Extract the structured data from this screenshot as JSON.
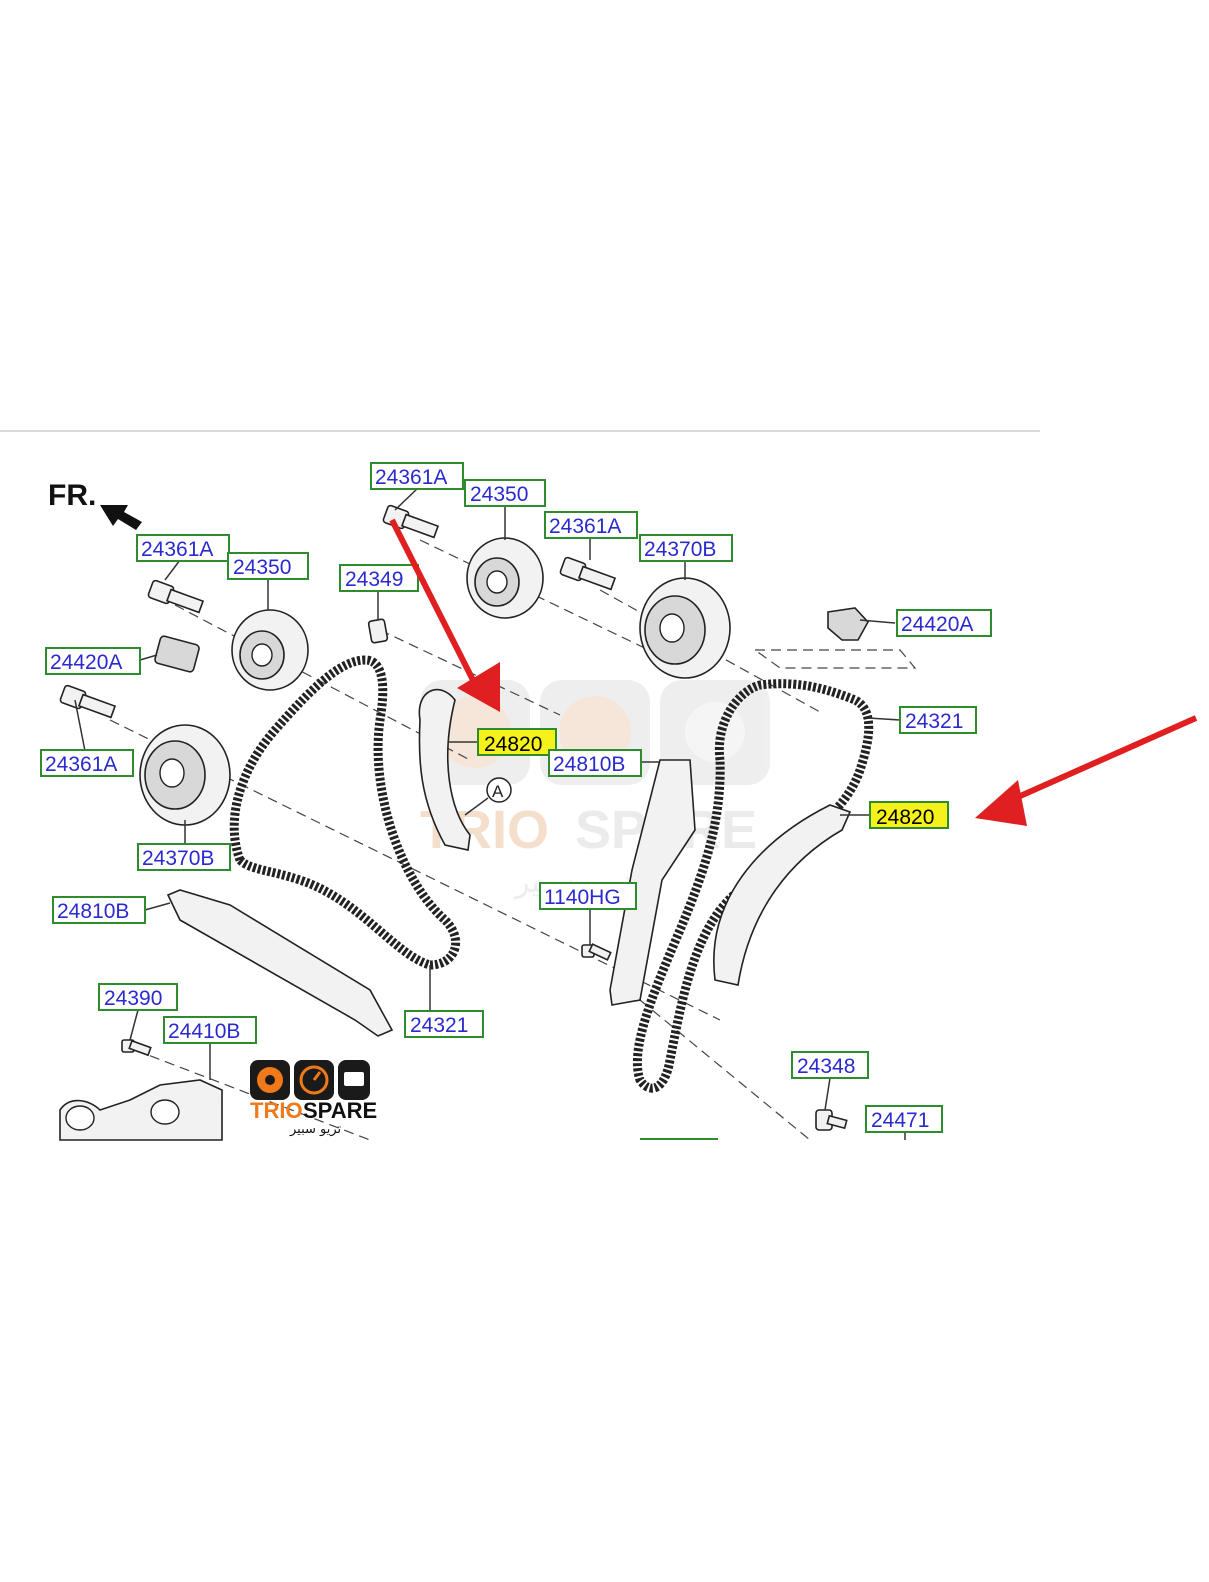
{
  "direction_label": "FR.",
  "callout_letter": "A",
  "labels": {
    "l1": "24361A",
    "l2": "24350",
    "l3": "24361A",
    "l4": "24370B",
    "l5": "24361A",
    "l6": "24350",
    "l7": "24349",
    "l8": "24420A",
    "l9": "24420A",
    "l10": "24361A",
    "l11": "24321",
    "l12": "24820",
    "l13": "24810B",
    "l14": "24820",
    "l15": "24370B",
    "l16": "1140HG",
    "l17": "24810B",
    "l18": "24390",
    "l19": "24410B",
    "l20": "24321",
    "l21": "24348",
    "l22": "24471"
  },
  "highlight_color": "#f4f21a",
  "label_border_color": "#2e8b2e",
  "label_text_color": "#2a2ad0",
  "arrow_color": "#e02020",
  "watermark": {
    "brand_left": "TRIO",
    "brand_right": "SPARE",
    "arabic": "تريو سبير",
    "brand_left_color": "#f07a1a",
    "brand_right_color": "#111111",
    "icons": [
      "brake-disc-icon",
      "speedometer-icon",
      "engine-icon"
    ]
  }
}
